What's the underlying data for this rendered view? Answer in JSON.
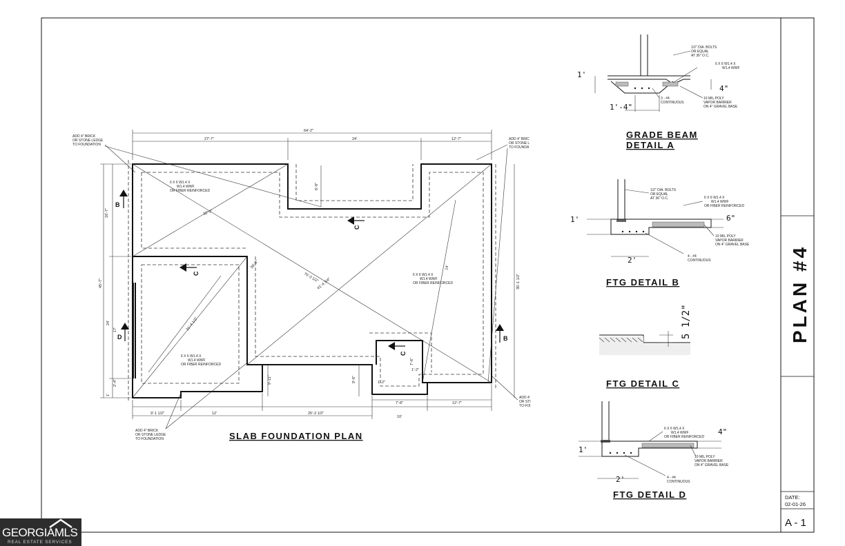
{
  "main_plan": {
    "title": "SLAB FOUNDATION PLAN",
    "notes": {
      "brick_tl": [
        "ADD 4\" BRICK",
        "OR STONE LEDGE",
        "TO FOUNDATION"
      ],
      "brick_tr": [
        "ADD 4\" BRIC",
        "OR STONE L",
        "TO FOUNDA"
      ],
      "brick_bl": [
        "ADD 4\" BRICK",
        "OR STONE LEDGE",
        "TO FOUNDATION"
      ],
      "brick_br": [
        "ADD 4'",
        "OR STI",
        "TO FOI"
      ],
      "mesh_1": [
        "6 X 6 W1.4 X",
        "W1.4 WWF",
        "OR FIBER REINFORCED"
      ],
      "mesh_2": [
        "6 X 6 W1.4 X",
        "W1.4 WWF",
        "OR FIBER REINFORCED"
      ],
      "mesh_3": [
        "6 X 6 W1.4 X",
        "W1.4 WWF",
        "OR FIBER REINFORCED"
      ]
    },
    "dims": {
      "overall_top": "64'-2\"",
      "top_a": "27'-7\"",
      "top_b": "24'",
      "top_c": "12'-7\"",
      "left_a": "16'-7\"",
      "left_b": "45'-7\"",
      "left_c": "24'",
      "left_d": "17'",
      "left_e": "2'-4\"",
      "left_f": "1'",
      "right_overall": "35'-1 1/2\"",
      "bottom_a": "9'-1 1/2\"",
      "bottom_b": "12'",
      "bottom_c": "25'-3 1/2\"",
      "bottom_d": "7'-8\"",
      "bottom_e": "12'-7\"",
      "bottom_f": "10'",
      "notch": "6'-8\"",
      "inner_a": "9'-11\"",
      "inner_b": "9'-6\"",
      "inner_c": "1'-2\"",
      "inner_d": "7'-6\"",
      "inner_e": "1'-2\"",
      "diag_a": "32'-2\"",
      "diag_b": "38'-8\"",
      "diag_c": "75'-3 1/2\"",
      "diag_d": "41'-4 3/4\"",
      "diag_e": "31'-4 1/2\"",
      "diag_f": "14'"
    },
    "section_marks": {
      "b": "B",
      "c": "C",
      "d": "D"
    }
  },
  "detail_a": {
    "title_line1": "GRADE BEAM",
    "title_line2": "DETAIL A",
    "dim_height": "1'",
    "dim_slab": "4\"",
    "dim_width": "1'-4\"",
    "note_bolts": [
      "1/2\" DIA. BOLTS",
      "OR EQUAL",
      "AT 36\" O.C."
    ],
    "note_mesh": [
      "6 X 6 W1.4 X",
      "W1.4 WWF"
    ],
    "note_bars": [
      "3 - #4",
      "CONTINUOUS"
    ],
    "note_poly": [
      "10 MIL.POLY",
      "VAPOR BARRIER",
      "ON 4\" GRAVEL BASE"
    ]
  },
  "detail_b": {
    "title": "FTG DETAIL B",
    "dim_height": "1'",
    "dim_slab": "6\"",
    "dim_width": "2'",
    "note_bolts": [
      "1/2\" DIA. BOLTS",
      "OR EQUAL",
      "AT 36\" O.C."
    ],
    "note_mesh": [
      "6 X 6 W1.4 X",
      "W1.4 WWF",
      "OR FIBER REINFORCED"
    ],
    "note_poly": [
      "10 MIL.POLY",
      "VAPOR BARRIER",
      "ON 4\" GRAVEL BASE"
    ],
    "note_bars": [
      "4 - #4",
      "CONTINUOUS"
    ]
  },
  "detail_c": {
    "title": "FTG DETAIL C",
    "dim_step": "5 1/2\""
  },
  "detail_d": {
    "title": "FTG DETAIL D",
    "dim_height": "1'",
    "dim_slab": "4\"",
    "dim_width": "2'",
    "note_mesh": [
      "6 X 6 W1.4 X",
      "W1.4 WWF",
      "OR FIBER REINFORCED"
    ],
    "note_poly": [
      "10 MIL.POLY",
      "VAPOR BARRIER",
      "ON 4\" GRAVEL BASE"
    ],
    "note_bars": [
      "4 - #4",
      "CONTINUOUS"
    ]
  },
  "title_block": {
    "plan_label": "PLAN #4",
    "date_label": "DATE:",
    "date_value": "02-01-26",
    "sheet_number": "A - 1"
  },
  "watermark": {
    "brand": "GEORGIAMLS",
    "tagline": "REAL ESTATE SERVICES"
  }
}
